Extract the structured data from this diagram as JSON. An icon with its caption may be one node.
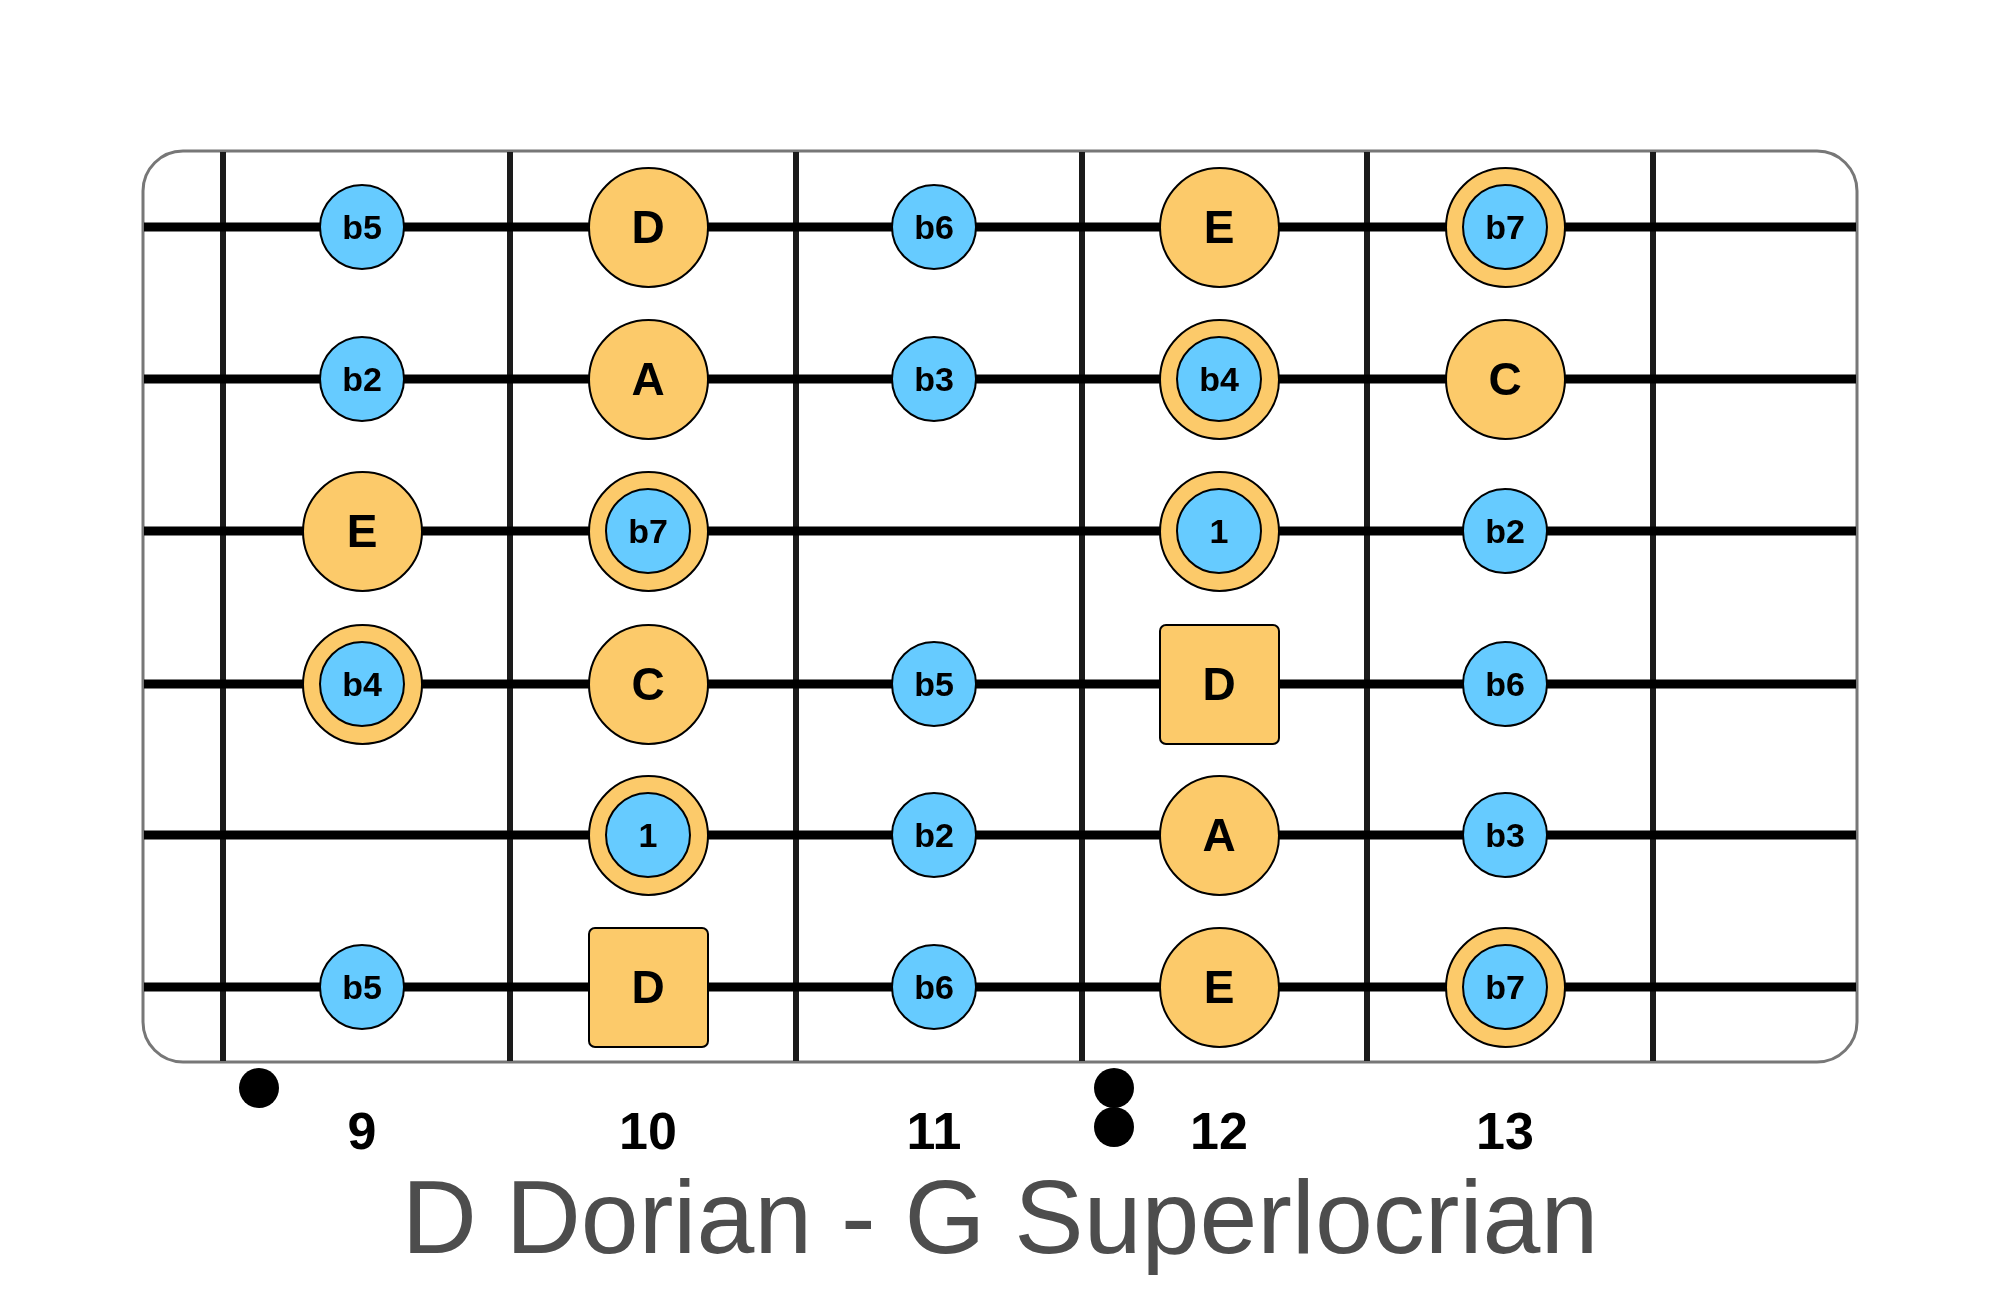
{
  "diagram": {
    "caption": "D Dorian - G Superlocrian",
    "nodes": [
      {
        "text": [
          "b5"
        ]
      },
      {
        "text": [
          "D"
        ]
      },
      {
        "text": [
          "b6"
        ]
      },
      {
        "text": [
          "E"
        ]
      },
      {
        "text": [],
        "shape": "circle"
      },
      {
        "text": [
          "b7"
        ],
        "in": 4
      },
      {
        "text": [
          "b2"
        ]
      },
      {
        "text": [
          "A"
        ]
      },
      {
        "text": [
          "b3"
        ]
      },
      {
        "text": [],
        "shape": "circle"
      },
      {
        "text": [
          "b4"
        ],
        "in": 9
      },
      {
        "text": [
          "C"
        ]
      },
      {
        "text": [
          "E"
        ]
      },
      {
        "text": [],
        "shape": "circle"
      },
      {
        "text": [
          "b7"
        ],
        "in": 13
      },
      {
        "text": [],
        "shape": "circle"
      },
      {
        "text": [
          "1"
        ],
        "in": 15
      },
      {
        "text": [
          "b2"
        ]
      },
      {
        "text": [],
        "shape": "circle"
      },
      {
        "text": [
          "b4"
        ],
        "in": 18
      },
      {
        "text": [
          "C"
        ]
      },
      {
        "text": [
          "b5"
        ]
      },
      {
        "text": [
          "D"
        ]
      },
      {
        "text": [
          "b6"
        ]
      },
      {
        "text": [],
        "shape": "circle"
      },
      {
        "text": [
          "1"
        ],
        "in": 24
      },
      {
        "text": [
          "b2"
        ]
      },
      {
        "text": [
          "A"
        ]
      },
      {
        "text": [
          "b3"
        ]
      },
      {
        "text": [
          "b5"
        ]
      },
      {
        "text": [
          "D"
        ]
      },
      {
        "text": [
          "b6"
        ]
      },
      {
        "text": [
          "E"
        ]
      },
      {
        "text": [],
        "shape": "circle"
      },
      {
        "text": [
          "b7"
        ],
        "in": 33
      }
    ],
    "labels": [
      "9",
      "10",
      "11",
      "12",
      "13"
    ]
  }
}
